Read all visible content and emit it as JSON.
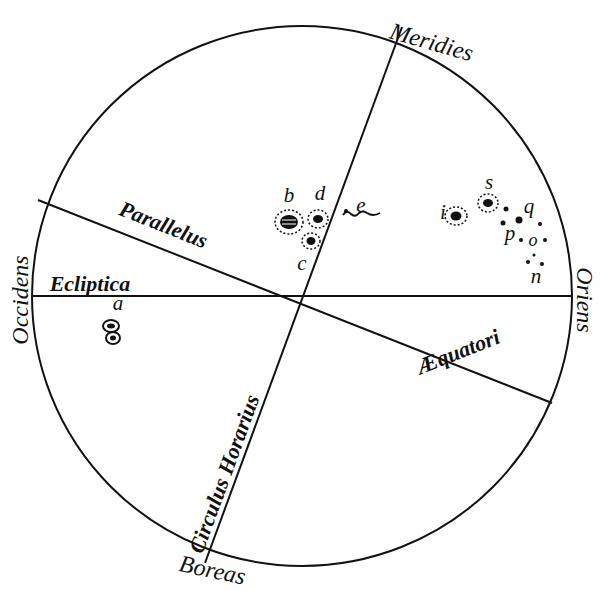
{
  "diagram": {
    "labels": [
      "Meridies",
      "Occidens",
      "Oriens",
      "Boreas",
      "Parallelus",
      "Ecliptica",
      "Æquatori",
      "Circulus Horarius",
      "a",
      "b",
      "d",
      "c",
      "e",
      "i",
      "s",
      "q",
      "p",
      "o",
      "n"
    ]
  }
}
